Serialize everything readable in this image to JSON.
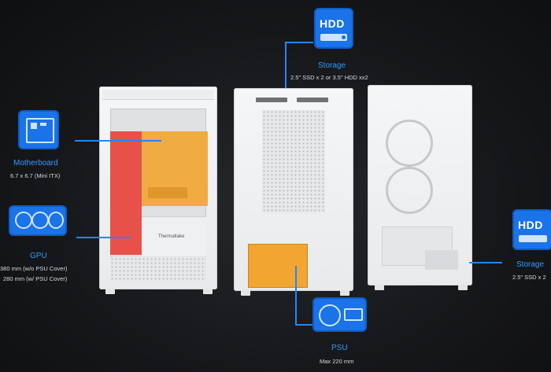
{
  "colors": {
    "accent": "#2f9bff",
    "gpu_zone": "#e8443c",
    "board_zone": "#f3a531",
    "psu_zone": "#f3a531"
  },
  "top_storage": {
    "icon_text": "HDD",
    "title": "Storage",
    "spec": "2.5\" SSD x 2 or 3.5\" HDD xx2"
  },
  "right_storage": {
    "icon_text": "HDD",
    "title": "Storage",
    "spec": "2.5\" SSD x 2"
  },
  "motherboard": {
    "title": "Motherboard",
    "spec": "6.7 x 6.7 (Mini ITX)"
  },
  "gpu": {
    "title": "GPU",
    "spec1": "380 mm (w/o PSU Cover)",
    "spec2": "280 mm (w/ PSU Cover)"
  },
  "psu": {
    "title": "PSU",
    "spec": "Max 220 mm"
  },
  "brand": {
    "logo_text": "Thermaltake"
  }
}
